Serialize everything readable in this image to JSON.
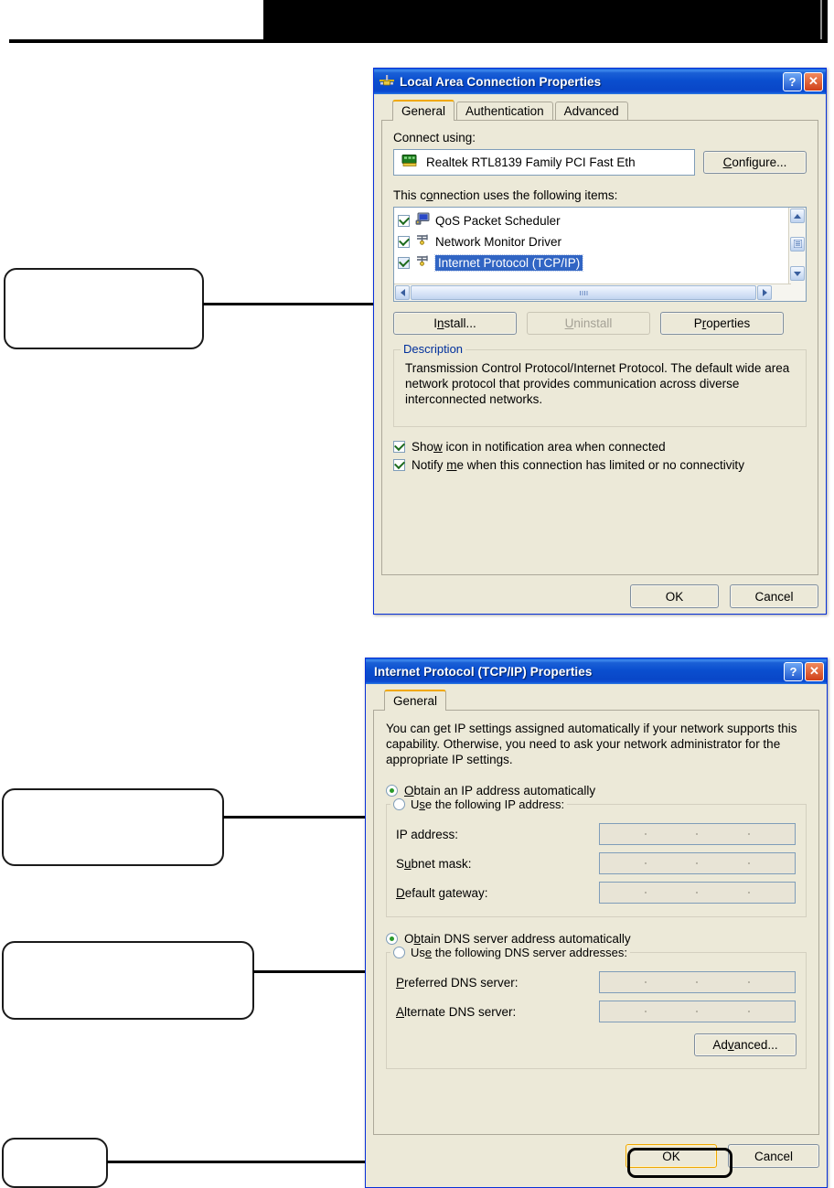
{
  "page": {
    "header_bar_color": "#000000",
    "accent_blue": "#0831d9",
    "dialog_face": "#ece9d8"
  },
  "callouts": [
    {
      "name": "callout-tcpip-item",
      "text": ""
    },
    {
      "name": "callout-obtain-ip",
      "text": ""
    },
    {
      "name": "callout-obtain-dns",
      "text": ""
    },
    {
      "name": "callout-ok",
      "text": ""
    }
  ],
  "lan_dialog": {
    "title": "Local Area Connection Properties",
    "title_icon": "network-connection-icon",
    "help_button": "?",
    "close_button": "✕",
    "tabs": [
      {
        "label": "General",
        "active": true
      },
      {
        "label": "Authentication",
        "active": false
      },
      {
        "label": "Advanced",
        "active": false
      }
    ],
    "connect_using_label": "Connect using:",
    "adapter": {
      "icon": "network-adapter-icon",
      "name": "Realtek RTL8139 Family PCI Fast Eth"
    },
    "configure_button": "Configure...",
    "items_label": "This connection uses the following items:",
    "items": [
      {
        "label": "QoS Packet Scheduler",
        "checked": true,
        "selected": false,
        "icon": "qos-scheduler-icon"
      },
      {
        "label": "Network Monitor Driver",
        "checked": true,
        "selected": false,
        "icon": "protocol-icon"
      },
      {
        "label": "Internet Protocol (TCP/IP)",
        "checked": true,
        "selected": true,
        "icon": "protocol-icon"
      }
    ],
    "buttons": {
      "install": "Install...",
      "uninstall": "Uninstall",
      "properties": "Properties"
    },
    "description_legend": "Description",
    "description_text": "Transmission Control Protocol/Internet Protocol. The default wide area network protocol that provides communication across diverse interconnected networks.",
    "checkboxes": [
      {
        "label": "Show icon in notification area when connected",
        "checked": true
      },
      {
        "label": "Notify me when this connection has limited or no connectivity",
        "checked": true
      }
    ],
    "ok_button": "OK",
    "cancel_button": "Cancel"
  },
  "tcpip_dialog": {
    "title": "Internet Protocol (TCP/IP) Properties",
    "help_button": "?",
    "close_button": "✕",
    "tabs": [
      {
        "label": "General",
        "active": true
      }
    ],
    "intro_text": "You can get IP settings assigned automatically if your network supports this capability. Otherwise, you need to ask your network administrator for the appropriate IP settings.",
    "ip_radio_auto": {
      "label": "Obtain an IP address automatically",
      "selected": true
    },
    "ip_radio_manual": {
      "label": "Use the following IP address:",
      "selected": false
    },
    "ip_fields": [
      {
        "label": "IP address:",
        "value": ""
      },
      {
        "label": "Subnet mask:",
        "value": ""
      },
      {
        "label": "Default gateway:",
        "value": ""
      }
    ],
    "dns_radio_auto": {
      "label": "Obtain DNS server address automatically",
      "selected": true
    },
    "dns_radio_manual": {
      "label": "Use the following DNS server addresses:",
      "selected": false
    },
    "dns_fields": [
      {
        "label": "Preferred DNS server:",
        "value": ""
      },
      {
        "label": "Alternate DNS server:",
        "value": ""
      }
    ],
    "advanced_button": "Advanced...",
    "ok_button": "OK",
    "cancel_button": "Cancel"
  }
}
